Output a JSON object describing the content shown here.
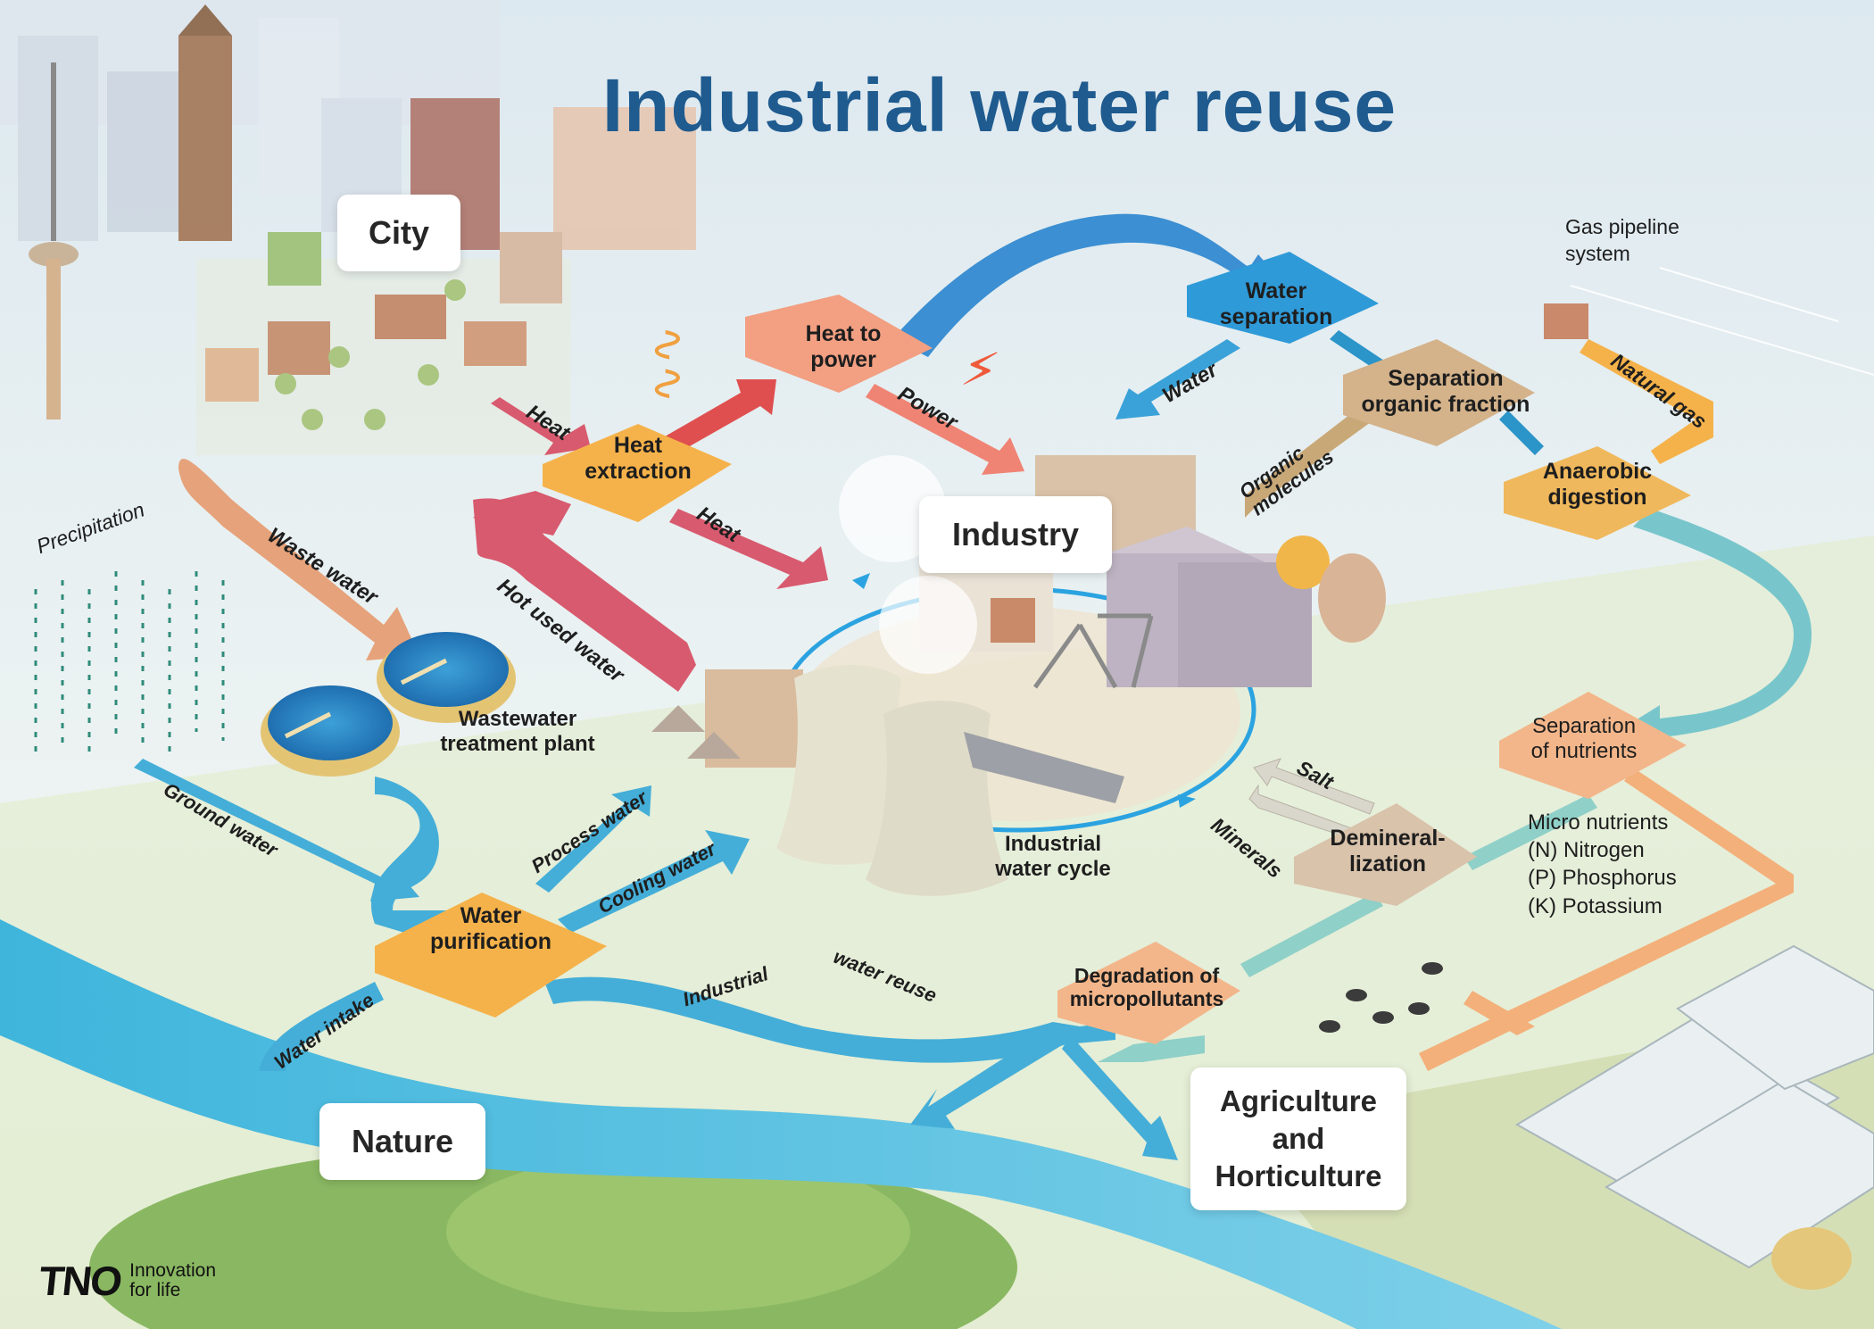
{
  "title": "Industrial water reuse",
  "zones": {
    "city": "City",
    "industry": "Industry",
    "nature": "Nature",
    "agriculture": [
      "Agriculture",
      "and",
      "Horticulture"
    ]
  },
  "processes": {
    "heat_to_power": [
      "Heat to",
      "power"
    ],
    "heat_extraction": [
      "Heat",
      "extraction"
    ],
    "water_separation": [
      "Water",
      "separation"
    ],
    "separation_organic": [
      "Separation",
      "organic fraction"
    ],
    "anaerobic_digestion": [
      "Anaerobic",
      "digestion"
    ],
    "separation_nutrients": [
      "Separation",
      "of nutrients"
    ],
    "demineralization": [
      "Demineral-",
      "lization"
    ],
    "degradation": [
      "Degradation of",
      "micropollutants"
    ],
    "water_purification": [
      "Water",
      "purification"
    ],
    "wastewater_plant": [
      "Wastewater",
      "treatment plant"
    ],
    "industrial_cycle": [
      "Industrial",
      "water cycle"
    ]
  },
  "flows": {
    "heat_left": "Heat",
    "heat_right": "Heat",
    "power": "Power",
    "water": "Water",
    "organic_molecules": [
      "Organic",
      "molecules"
    ],
    "natural_gas": "Natural gas",
    "hot_used_water": "Hot used water",
    "waste_water": "Waste water",
    "precipitation": "Precipitation",
    "ground_water": "Ground water",
    "process_water": "Process water",
    "cooling_water": "Cooling water",
    "water_intake": "Water intake",
    "industrial_reuse_1": "Industrial",
    "industrial_reuse_2": "water reuse",
    "salt": "Salt",
    "minerals": "Minerals"
  },
  "gas_pipeline": [
    "Gas pipeline",
    "system"
  ],
  "micro_nutrients": [
    "Micro nutrients",
    "(N) Nitrogen",
    "(P) Phosphorus",
    "(K) Potassium"
  ],
  "logo": {
    "mark": "TNO",
    "line1": "Innovation",
    "line2": "for life"
  },
  "colors": {
    "title": "#1f5b8f",
    "water_blue": "#3aa7d4",
    "heat_red": "#e05a6e",
    "process_orange": "#f5b24a",
    "nutrient_teal": "#5fc1c9",
    "organic_tan": "#c9a878",
    "power_salmon": "#f0907a"
  }
}
